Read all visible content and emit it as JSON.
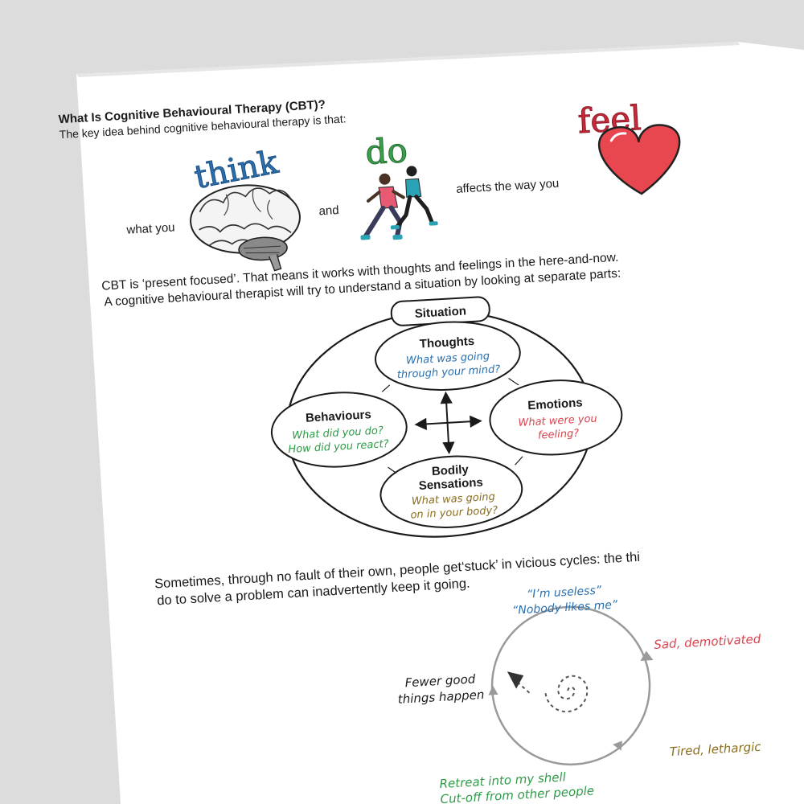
{
  "document": {
    "title": "What Is Cognitive Behavioural Therapy (CBT)?",
    "intro": "The key idea behind cognitive behavioural therapy is that:",
    "key_idea": {
      "what_you": "what you",
      "think": "think",
      "and": "and",
      "do": "do",
      "affects": "affects the way you",
      "feel": "feel"
    },
    "present_focus_line1": "CBT is ‘present focused’. That means it works with thoughts and feelings in the here-and-now.",
    "present_focus_line2": "A cognitive behavioural therapist will try to understand a situation by looking at separate parts:",
    "situation_model": {
      "situation_label": "Situation",
      "thoughts": {
        "title": "Thoughts",
        "line1": "What was going",
        "line2": "through your mind?"
      },
      "emotions": {
        "title": "Emotions",
        "line1": "What were you",
        "line2": "feeling?"
      },
      "behaviours": {
        "title": "Behaviours",
        "line1": "What did you do?",
        "line2": "How did you react?"
      },
      "bodily": {
        "title1": "Bodily",
        "title2": "Sensations",
        "line1": "What was going",
        "line2": "on in your body?"
      }
    },
    "vicious_line1": "Sometimes, through no fault of their own,  people get‘stuck’ in vicious cycles: the thi",
    "vicious_line2": "do to solve a problem can inadvertently keep it going.",
    "cycle": {
      "thought1": "“I’m useless”",
      "thought2": "“Nobody likes me”",
      "emotion": "Sad, demotivated",
      "body": "Tired, lethargic",
      "behaviour1": "Retreat into my shell",
      "behaviour2": "Cut-off from other people",
      "outcome1": "Fewer good",
      "outcome2": "things happen"
    },
    "colors": {
      "thought": "#2a6fae",
      "emotion": "#d9434e",
      "behaviour": "#2f9a48",
      "body": "#8a6d1f",
      "text": "#1a1a1a"
    }
  }
}
